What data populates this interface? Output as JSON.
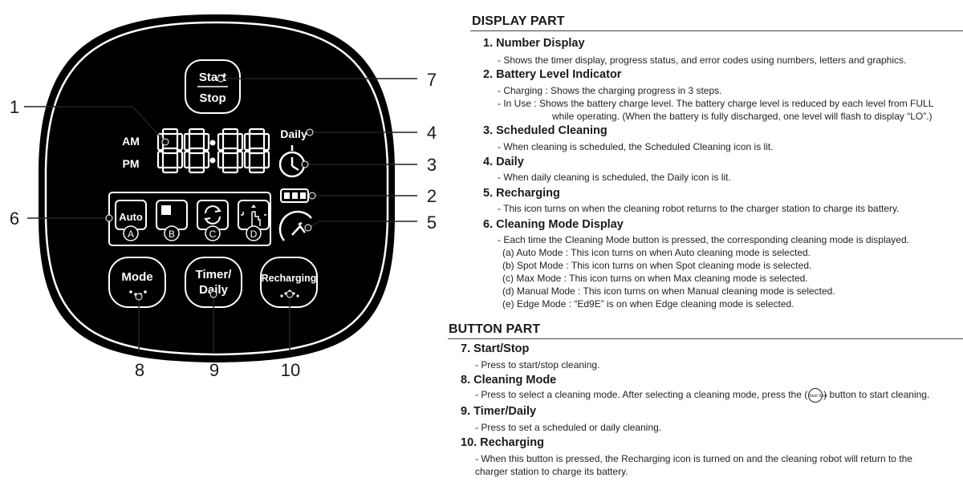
{
  "diagram": {
    "buttons": {
      "start": "Start",
      "stop": "Stop",
      "mode": "Mode",
      "timer_line1": "Timer/",
      "timer_line2": "Daily",
      "recharging": "Recharging"
    },
    "display": {
      "am": "AM",
      "pm": "PM",
      "digits": "88:88",
      "daily": "Daily"
    },
    "modes": [
      {
        "letter": "A",
        "icon_text": "Auto"
      },
      {
        "letter": "B",
        "icon": "spot-square-icon"
      },
      {
        "letter": "C",
        "icon": "max-cycle-icon"
      },
      {
        "letter": "D",
        "icon": "manual-hand-icon"
      }
    ],
    "callouts": {
      "c1": "1",
      "c2": "2",
      "c3": "3",
      "c4": "4",
      "c5": "5",
      "c6": "6",
      "c7": "7",
      "c8": "8",
      "c9": "9",
      "c10": "10"
    },
    "colors": {
      "panel": "#000000",
      "ring": "#ffffff",
      "lcd": "#ffffff"
    }
  },
  "manual": {
    "display_heading": "DISPLAY PART",
    "display_items": [
      {
        "title": "1. Number Display",
        "lines": [
          "- Shows the timer display, progress status, and error codes using numbers, letters and graphics."
        ]
      },
      {
        "title": "2. Battery Level Indicator",
        "lines": [
          "- Charging : Shows the charging progress in 3 steps.",
          "- In Use : Shows the battery charge level. The battery charge level is reduced by each level from FULL",
          "while operating. (When the battery is fully discharged, one level will flash to display “LO”.)"
        ]
      },
      {
        "title": "3. Scheduled Cleaning",
        "lines": [
          "- When cleaning is scheduled, the Scheduled Cleaning icon is lit."
        ]
      },
      {
        "title": "4. Daily",
        "lines": [
          "- When daily cleaning is scheduled, the Daily icon is lit."
        ]
      },
      {
        "title": "5. Recharging",
        "lines": [
          "- This icon turns on when the cleaning robot returns to the charger station to charge its battery."
        ]
      },
      {
        "title": "6. Cleaning Mode Display",
        "lines": [
          "- Each time the Cleaning Mode button is pressed, the corresponding cleaning mode is displayed.",
          "(a) Auto Mode : This icon turns on when Auto cleaning mode is selected.",
          "(b) Spot Mode : This icon turns on when Spot cleaning mode is selected.",
          "(c) Max Mode : This icon turns on when Max cleaning mode is selected.",
          "(d) Manual Mode : This icon turns on when Manual cleaning mode is selected.",
          "(e) Edge Mode : “Ed9E” is on when Edge cleaning mode is selected."
        ]
      }
    ],
    "button_heading": "BUTTON PART",
    "button_items": [
      {
        "title": "7. Start/Stop",
        "lines": [
          "- Press to start/stop cleaning."
        ]
      },
      {
        "title": "8. Cleaning Mode",
        "line_before": "- Press to select a cleaning mode. After selecting a cleaning mode, press the (",
        "glyph": "Start Stop",
        "line_after": ") button to start cleaning."
      },
      {
        "title": "9. Timer/Daily",
        "lines": [
          "- Press to set a scheduled or daily cleaning."
        ]
      },
      {
        "title": "10. Recharging",
        "lines": [
          "- When this button is pressed, the Recharging icon is turned on and the cleaning robot will return to the",
          "charger station to charge its battery."
        ]
      }
    ]
  }
}
